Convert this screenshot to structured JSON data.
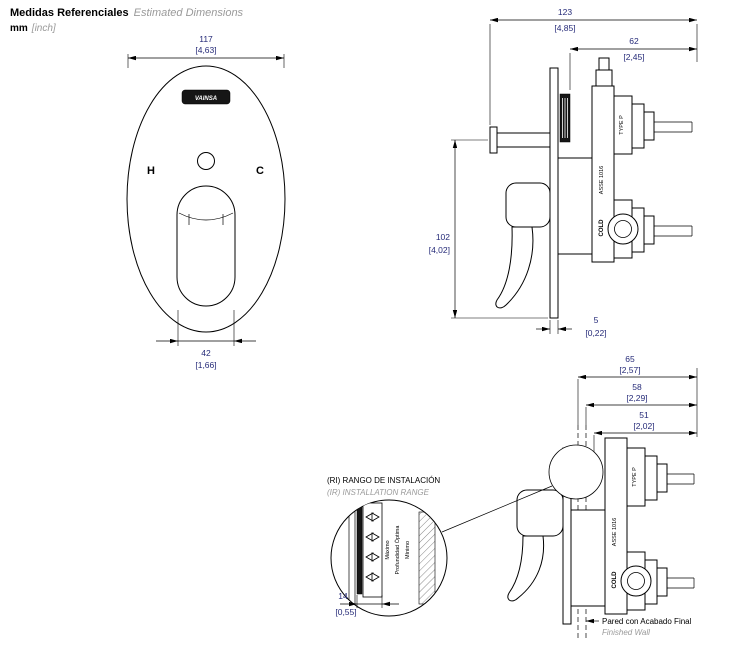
{
  "colors": {
    "dim_text": "#252a78",
    "muted": "#9a9a9a"
  },
  "header": {
    "title_es": "Medidas Referenciales",
    "title_en": "Estimated Dimensions",
    "unit_mm": "mm",
    "unit_inch": "[inch]"
  },
  "front_view": {
    "logo": "VAINSA",
    "hot": "H",
    "cold": "C",
    "width_mm": "117",
    "width_in": "[4,63]",
    "handle_mm": "42",
    "handle_in": "[1,66]"
  },
  "side_view": {
    "overall_mm": "123",
    "overall_in": "[4,85]",
    "depth_mm": "62",
    "depth_in": "[2,45]",
    "height_mm": "102",
    "height_in": "[4,02]",
    "plate_mm": "5",
    "plate_in": "[0,22]",
    "label_type": "TYPE P",
    "label_asse": "ASSE 1016",
    "label_cold": "COLD"
  },
  "install_view": {
    "max_mm": "65",
    "max_in": "[2,57]",
    "mid_mm": "58",
    "mid_in": "[2,29]",
    "min_mm": "51",
    "min_in": "[2,02]",
    "label_type": "TYPE P",
    "label_asse": "ASSE 1016",
    "label_cold": "COLD",
    "wall_es": "Pared con Acabado Final",
    "wall_en": "Finished Wall"
  },
  "detail_view": {
    "range_es": "(RI) RANGO DE INSTALACIÓN",
    "range_en": "(IR) INSTALLATION RANGE",
    "range_mm": "14",
    "range_in": "[0,55]",
    "strip_labels": [
      "Máximo",
      "Profundidad Óptima",
      "Mínimo"
    ]
  }
}
